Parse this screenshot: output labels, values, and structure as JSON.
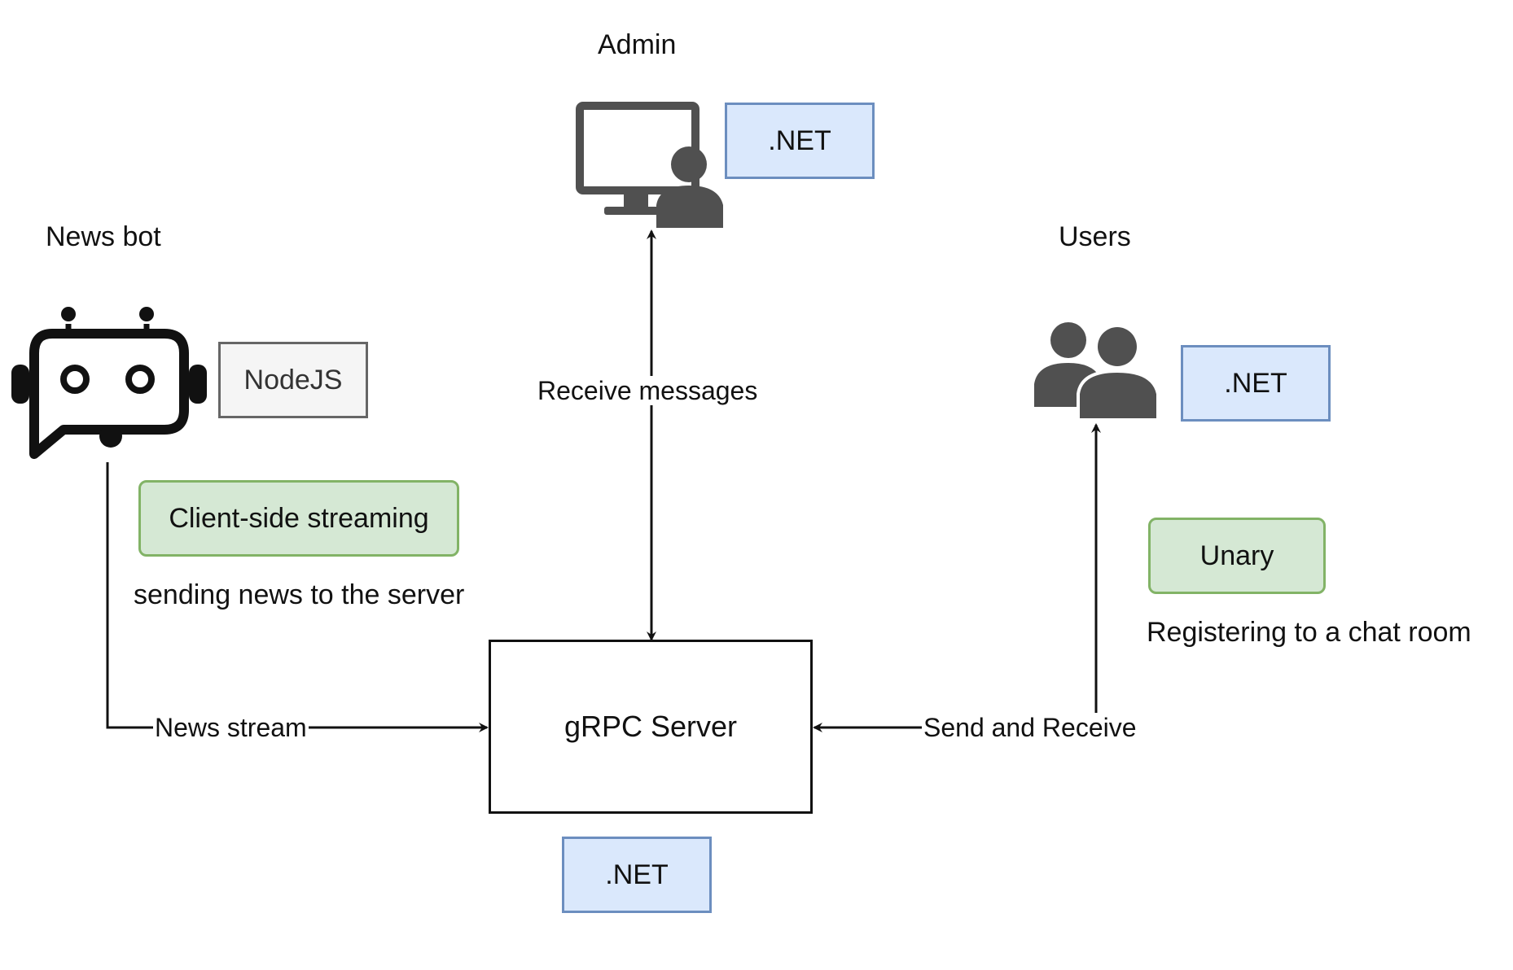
{
  "actors": {
    "admin": {
      "title": "Admin",
      "tech": ".NET",
      "icon": "admin-computer-user-icon"
    },
    "news_bot": {
      "title": "News bot",
      "tech": "NodeJS",
      "icon": "chat-bot-icon"
    },
    "users": {
      "title": "Users",
      "tech": ".NET",
      "icon": "users-group-icon"
    }
  },
  "server": {
    "title": "gRPC Server",
    "tech": ".NET"
  },
  "edges": {
    "news": "News stream",
    "admin": "Receive messages",
    "users": "Send and Receive"
  },
  "notes": {
    "news_type": "Client-side streaming",
    "news_desc": "sending news to the server",
    "users_type": "Unary",
    "users_desc": "Registering to a chat room"
  },
  "colors": {
    "net_fill": "#dae8fc",
    "net_border": "#6c8ebf",
    "node_fill": "#f5f5f5",
    "node_border": "#666666",
    "rpc_fill": "#d5e8d4",
    "rpc_border": "#82b366",
    "icon_gray": "#505050"
  }
}
